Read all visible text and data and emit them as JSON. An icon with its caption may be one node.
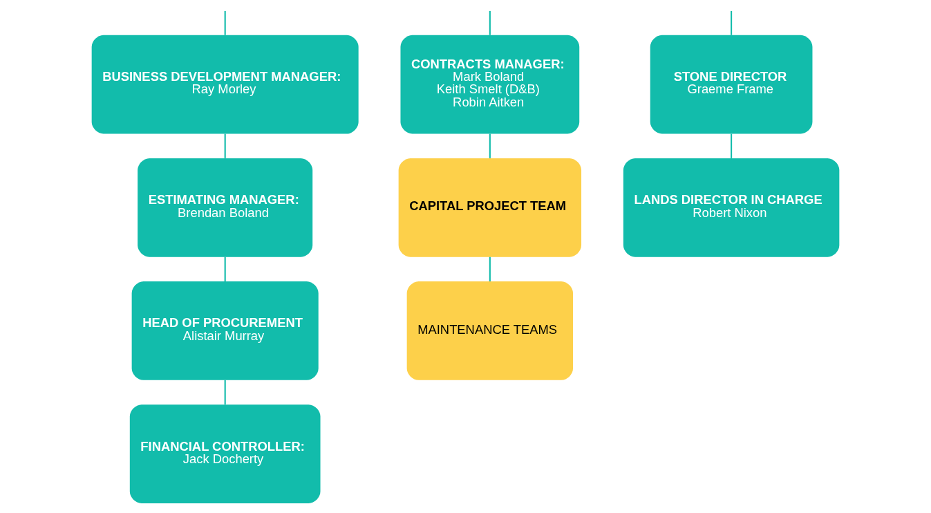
{
  "diagram": {
    "nodes": [
      {
        "text": [
          "BUSINESS DEVELOPMENT MANAGER:",
          "Ray Morley"
        ]
      },
      {
        "text": [
          "ESTIMATING MANAGER:",
          "Brendan Boland"
        ]
      },
      {
        "text": [
          "HEAD OF PROCUREMENT",
          "Alistair Murray"
        ]
      },
      {
        "text": [
          "FINANCIAL CONTROLLER:",
          "Jack Docherty"
        ]
      },
      {
        "text": [
          "CONTRACTS MANAGER:",
          "Mark Boland",
          "Keith Smelt (D&B)",
          "Robin Aitken"
        ]
      },
      {
        "text": [
          "CAPITAL PROJECT TEAM"
        ]
      },
      {
        "text": [
          "MAINTENANCE TEAMS"
        ]
      },
      {
        "text": [
          "STONE DIRECTOR",
          "Graeme Frame"
        ]
      },
      {
        "text": [
          "LANDS DIRECTOR IN CHARGE",
          "Robert Nixon"
        ]
      }
    ],
    "edges": [
      {
        "from": null,
        "to": 0,
        "arrow": "none"
      },
      {
        "from": null,
        "to": 4,
        "arrow": "none"
      },
      {
        "from": null,
        "to": 7,
        "arrow": "none"
      },
      {
        "from": 0,
        "to": 1,
        "arrow": "none"
      },
      {
        "from": 1,
        "to": 2,
        "arrow": "none"
      },
      {
        "from": 2,
        "to": 3,
        "arrow": "none"
      },
      {
        "from": 4,
        "to": 5,
        "arrow": "none"
      },
      {
        "from": 5,
        "to": 6,
        "arrow": "none"
      },
      {
        "from": 7,
        "to": 8,
        "arrow": "none"
      }
    ]
  }
}
